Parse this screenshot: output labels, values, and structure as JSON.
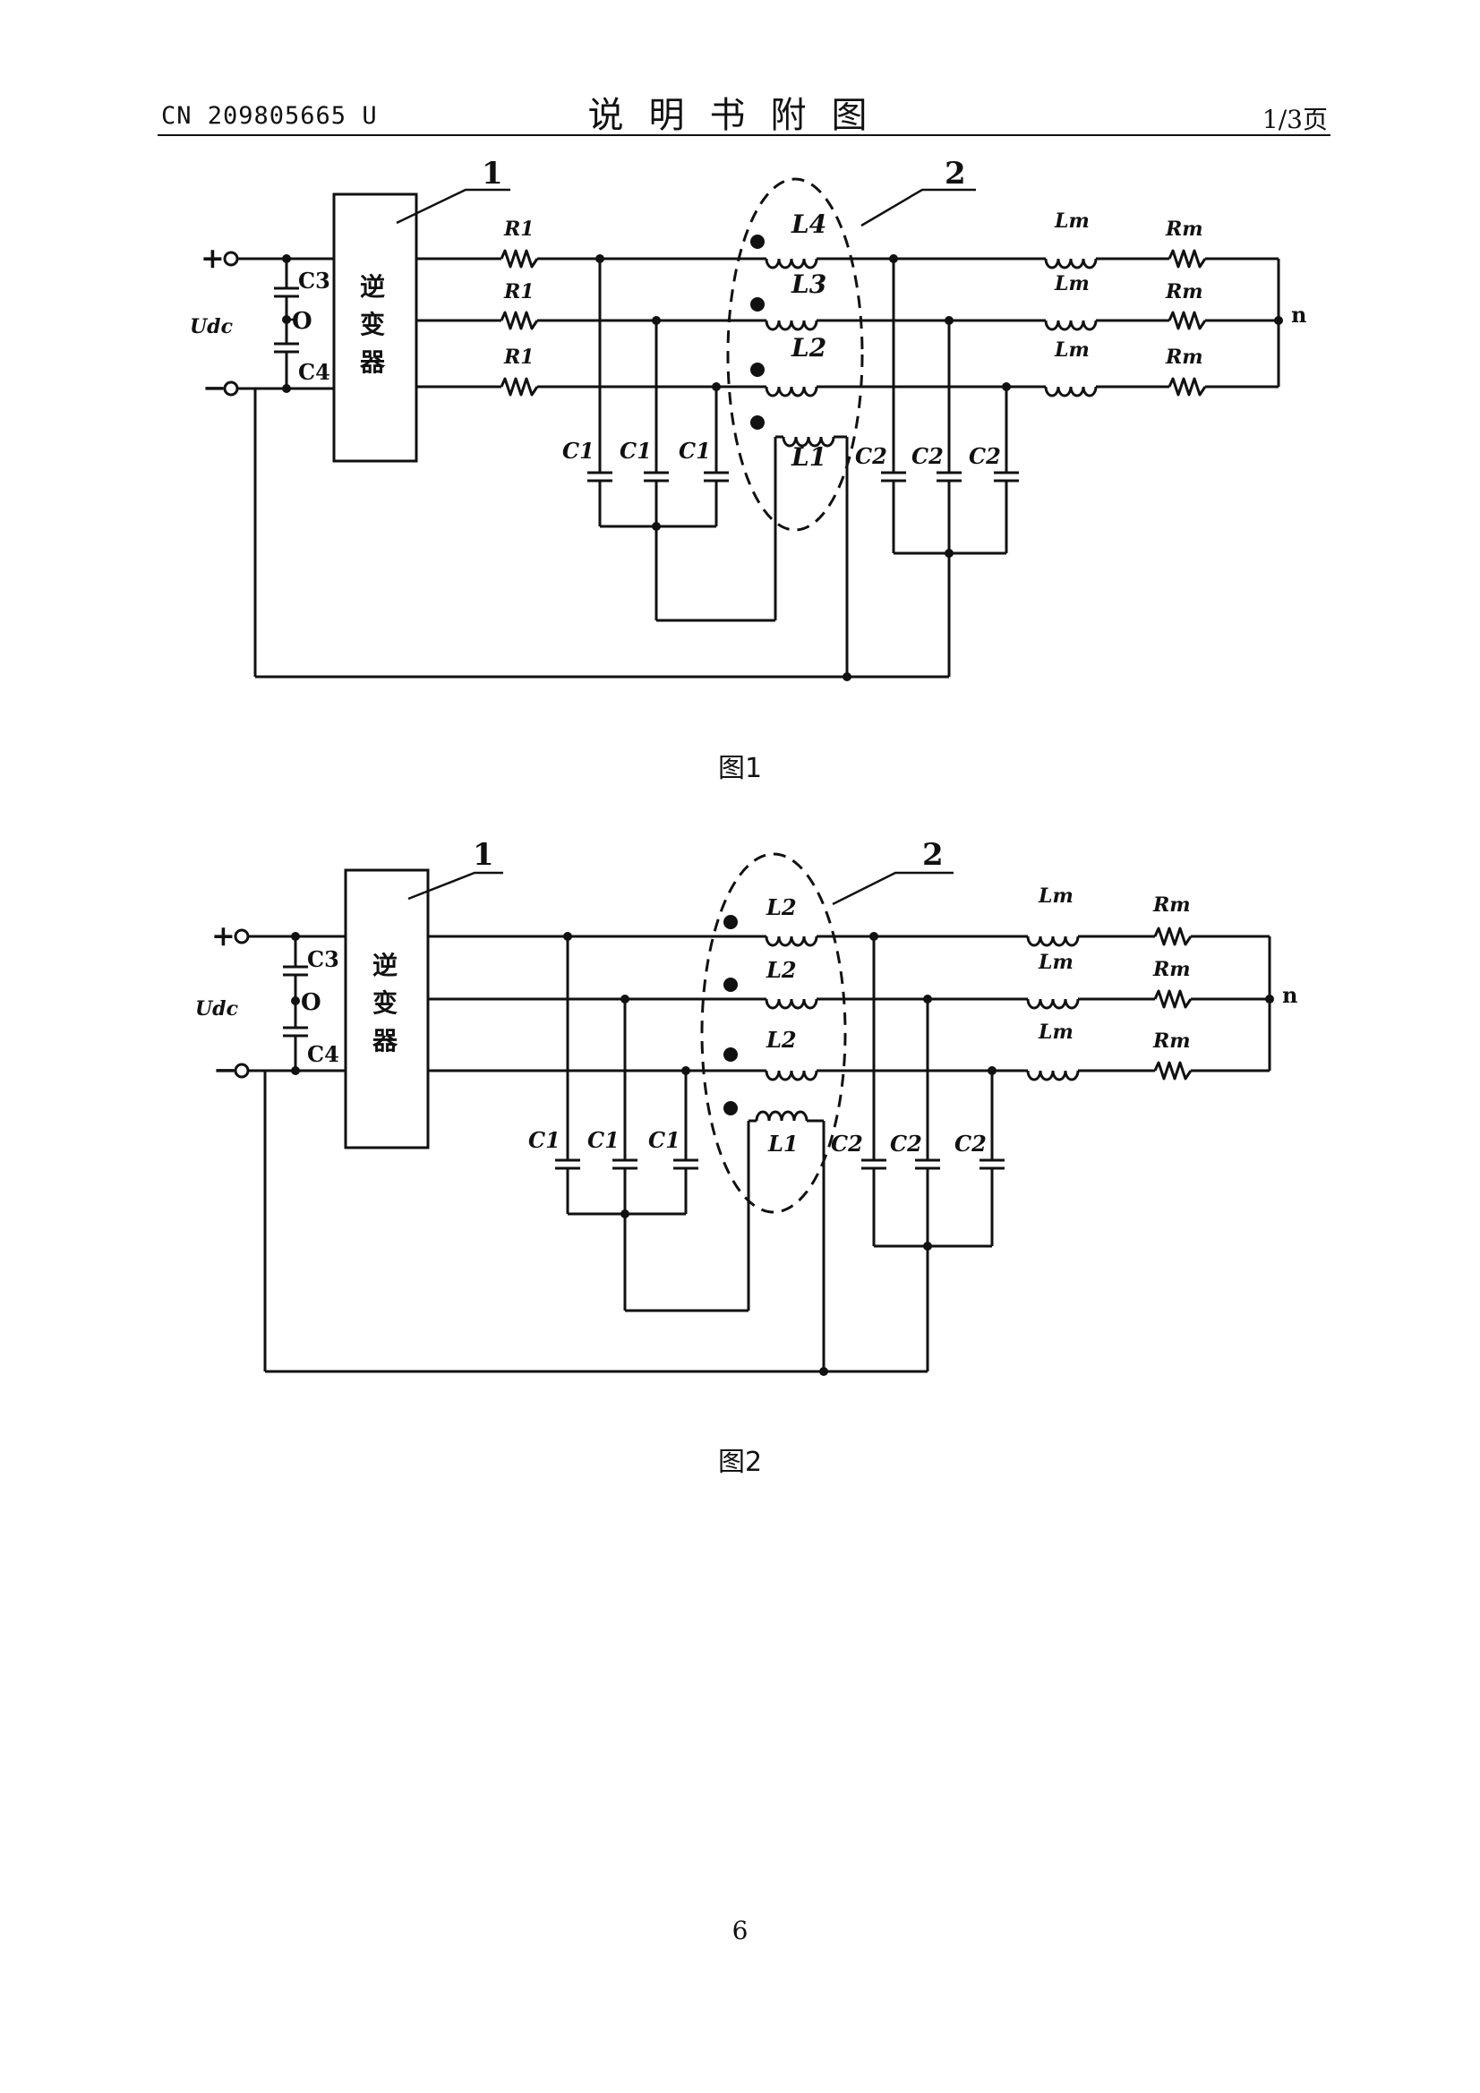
{
  "header": {
    "doc_number": "CN 209805665 U",
    "title": "说明书附图",
    "page_of": "1/3页"
  },
  "figure1": {
    "caption": "图1",
    "callout_inverter": "1",
    "callout_core": "2",
    "plus": "+",
    "minus": "−",
    "dc_label": "Udc",
    "c3": "C3",
    "c4": "C4",
    "midpoint": "O",
    "inverter_chars": [
      "逆",
      "变",
      "器"
    ],
    "r1": "R1",
    "l_top": "L4",
    "l_mid": "L3",
    "l_bot": "L2",
    "l_neutral": "L1",
    "c1": "C1",
    "c2": "C2",
    "lm": "Lm",
    "rm": "Rm",
    "neutral": "n"
  },
  "figure2": {
    "caption": "图2",
    "callout_inverter": "1",
    "callout_core": "2",
    "plus": "+",
    "minus": "−",
    "dc_label": "Udc",
    "c3": "C3",
    "c4": "C4",
    "midpoint": "O",
    "inverter_chars": [
      "逆",
      "变",
      "器"
    ],
    "l_top": "L2",
    "l_mid": "L2",
    "l_bot": "L2",
    "l_neutral": "L1",
    "c1": "C1",
    "c2": "C2",
    "lm": "Lm",
    "rm": "Rm",
    "neutral": "n"
  },
  "footer": {
    "page_number": "6"
  }
}
